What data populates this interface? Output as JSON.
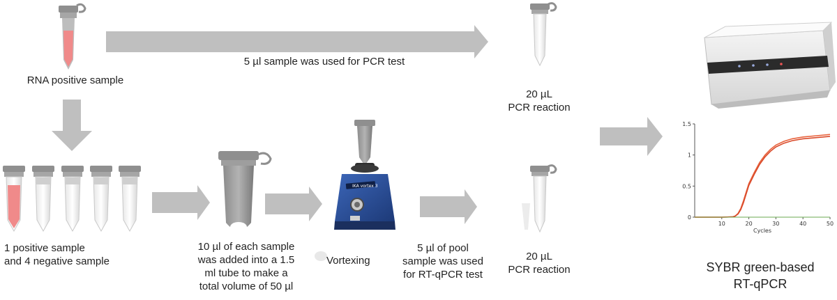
{
  "labels": {
    "rna_positive": "RNA positive sample",
    "pcr_direct": "5 µl sample was used for PCR  test",
    "reaction_top_volume": "20 µL",
    "reaction_top_text": "PCR reaction",
    "samples_line1": "1 positive sample",
    "samples_line2": "and 4 negative sample",
    "pool_line1": "10 µl of each sample",
    "pool_line2": "was added into a 1.5",
    "pool_line3": "ml tube to make a",
    "pool_line4": "total volume of 50 µl",
    "vortexing": "Vortexing",
    "used_line1": "5 µl of pool",
    "used_line2": "sample was used",
    "used_line3": "for RT-qPCR test",
    "reaction_bottom_volume": "20 µL",
    "reaction_bottom_text": "PCR reaction",
    "sybr_line1": "SYBR green-based",
    "sybr_line2": "RT-qPCR",
    "vortexer_brand": "IKA vortex 3"
  },
  "colors": {
    "arrow": "#bfbfbf",
    "tube_cap": "#8f8f8f",
    "positive_fill": "#f08a8a",
    "vortexer_blue": "#2a4f9c",
    "curve": "#e8623c",
    "baseline": "#6aa84f"
  },
  "chart_data": {
    "type": "line",
    "title": "",
    "xlabel": "Cycles",
    "ylabel": "",
    "xlim": [
      0,
      50
    ],
    "ylim": [
      0,
      1.5
    ],
    "x_ticks": [
      10,
      20,
      30,
      40,
      50
    ],
    "y_ticks": [
      0,
      0.5,
      1,
      1.5
    ],
    "grid": false,
    "series": [
      {
        "x": [
          0,
          10,
          14,
          15,
          16,
          17,
          18,
          19,
          20,
          22,
          24,
          26,
          28,
          30,
          33,
          36,
          40,
          45,
          50
        ],
        "values": [
          0,
          0,
          0.005,
          0.02,
          0.06,
          0.14,
          0.26,
          0.4,
          0.54,
          0.72,
          0.88,
          1.0,
          1.09,
          1.16,
          1.22,
          1.26,
          1.29,
          1.31,
          1.33
        ]
      },
      {
        "x": [
          0,
          10,
          14,
          15,
          16,
          17,
          18,
          19,
          20,
          22,
          24,
          26,
          28,
          30,
          33,
          36,
          40,
          45,
          50
        ],
        "values": [
          0,
          0,
          0.004,
          0.018,
          0.05,
          0.12,
          0.23,
          0.37,
          0.51,
          0.69,
          0.85,
          0.97,
          1.06,
          1.13,
          1.19,
          1.23,
          1.26,
          1.28,
          1.3
        ]
      },
      {
        "x": [
          0,
          50
        ],
        "values": [
          0,
          0
        ]
      }
    ]
  }
}
